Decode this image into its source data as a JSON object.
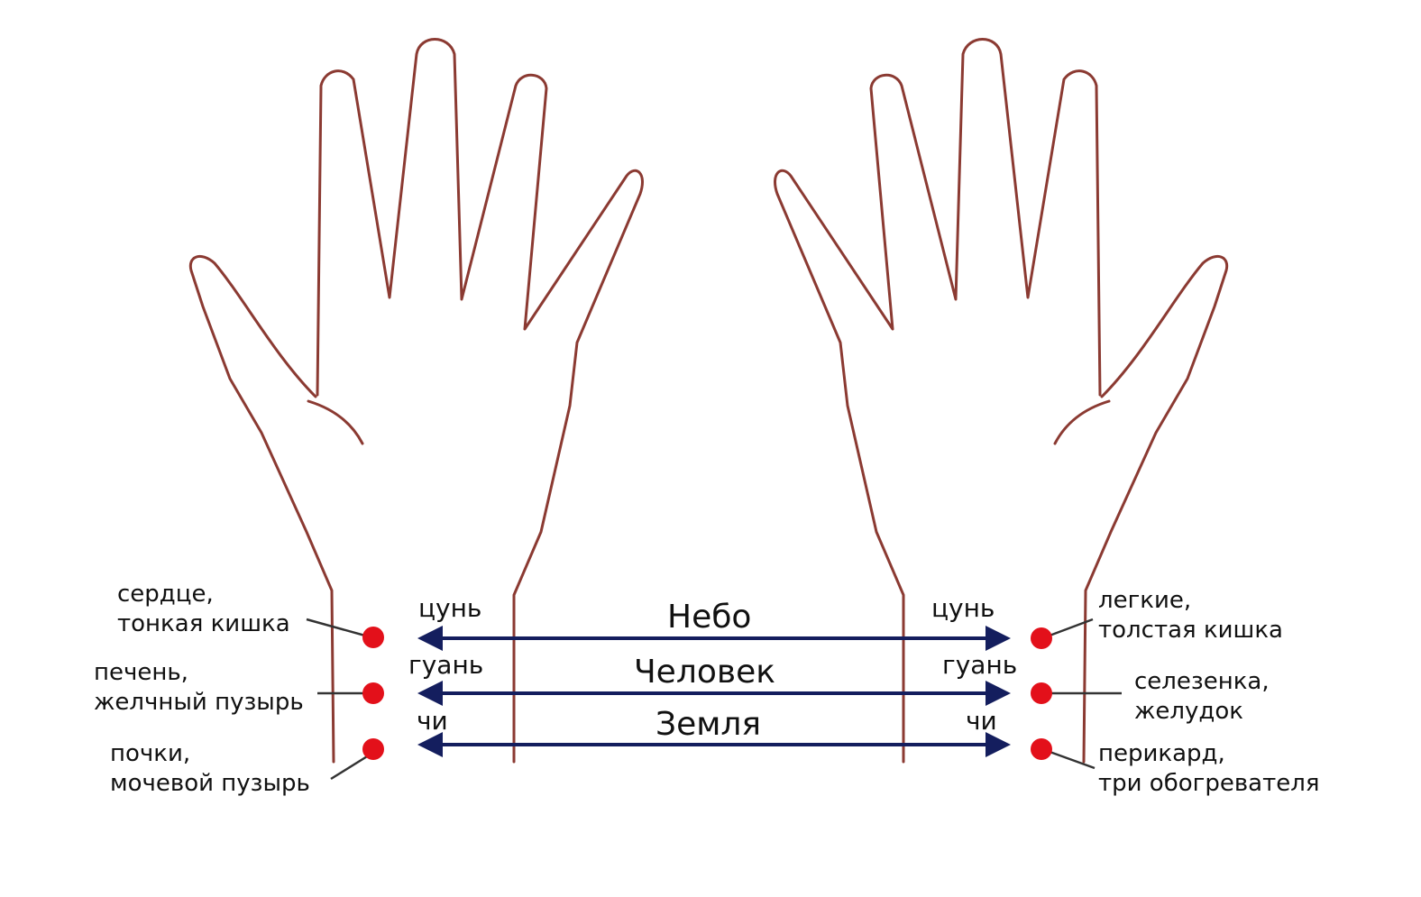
{
  "colors": {
    "hand_outline": "#8b3a32",
    "arrow": "#141e5e",
    "pulse_point": "#e3101a",
    "text": "#111111"
  },
  "levels": [
    {
      "name": "Небо",
      "position_left": "цунь",
      "position_right": "цунь"
    },
    {
      "name": "Человек",
      "position_left": "гуань",
      "position_right": "гуань"
    },
    {
      "name": "Земля",
      "position_left": "чи",
      "position_right": "чи"
    }
  ],
  "left_hand": {
    "organs": [
      {
        "line1": "сердце,",
        "line2": "тонкая кишка"
      },
      {
        "line1": "печень,",
        "line2": "желчный пузырь"
      },
      {
        "line1": "почки,",
        "line2": "мочевой пузырь"
      }
    ]
  },
  "right_hand": {
    "organs": [
      {
        "line1": "легкие,",
        "line2": "толстая кишка"
      },
      {
        "line1": "селезенка,",
        "line2": "желудок"
      },
      {
        "line1": "перикард,",
        "line2": "три обогревателя"
      }
    ]
  }
}
